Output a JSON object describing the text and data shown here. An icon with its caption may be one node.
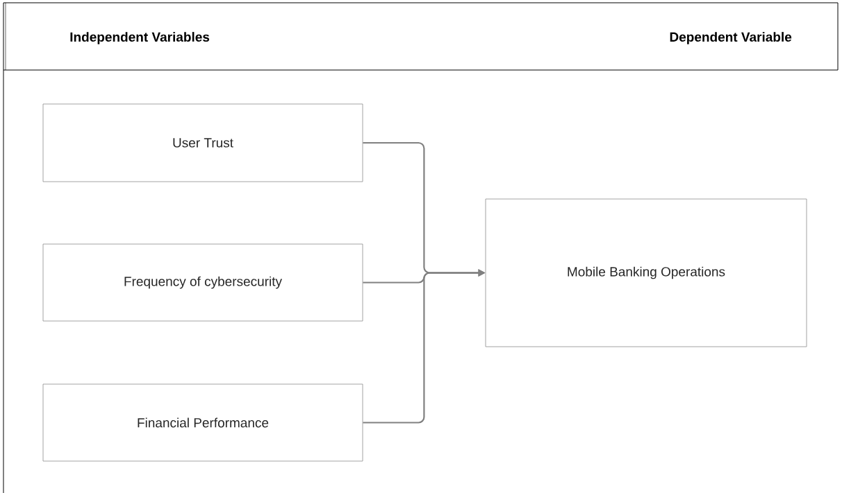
{
  "diagram": {
    "nodes": [
      {
        "text": [
          "User Trust"
        ]
      },
      {
        "text": [
          "Frequency of cybersecurity"
        ]
      },
      {
        "text": [
          "Financial Performance"
        ]
      },
      {
        "text": [
          "Mobile Banking Operations"
        ]
      }
    ],
    "edges": [
      {
        "from": 0,
        "to": 3,
        "arrow": "to"
      },
      {
        "from": 1,
        "to": 3,
        "arrow": "to"
      },
      {
        "from": 2,
        "to": 3,
        "arrow": "to"
      }
    ],
    "labels": [
      "Independent Variables",
      "Dependent Variable"
    ]
  }
}
